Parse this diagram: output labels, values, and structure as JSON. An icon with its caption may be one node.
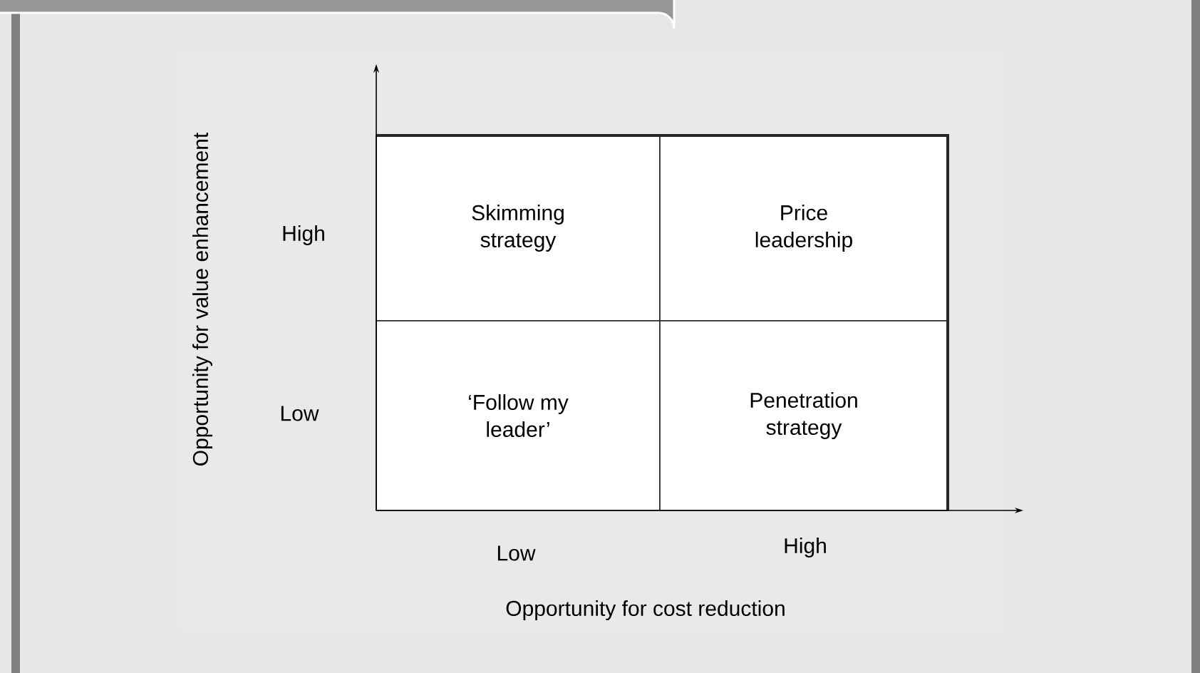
{
  "diagram": {
    "nodes": [
      {
        "text": [
          "Skimming strategy"
        ]
      },
      {
        "text": [
          "Price leadership"
        ]
      },
      {
        "text": [
          "‘Follow my leader’"
        ]
      },
      {
        "text": [
          "Penetration strategy"
        ]
      }
    ],
    "labels": [
      "Opportunity for value enhancement",
      "High",
      "Low",
      "Low",
      "High",
      "Opportunity for cost reduction"
    ]
  }
}
